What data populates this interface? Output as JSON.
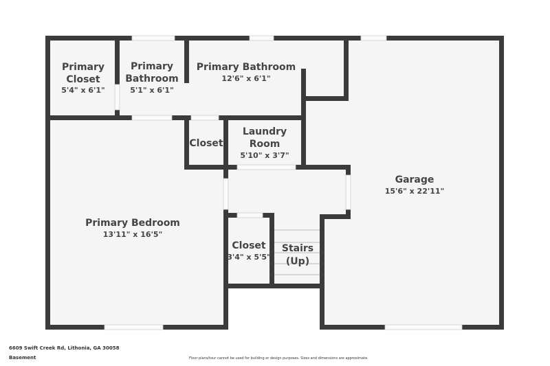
{
  "rooms": [
    {
      "name_lines": [
        "Primary",
        "Closet"
      ],
      "dims": "5'4\" x 6'1\""
    },
    {
      "name_lines": [
        "Primary",
        "Bathroom"
      ],
      "dims": "5'1\" x 6'1\""
    },
    {
      "name_lines": [
        "Primary Bathroom"
      ],
      "dims": "12'6\" x 6'1\""
    },
    {
      "name_lines": [
        "Closet"
      ],
      "dims": ""
    },
    {
      "name_lines": [
        "Laundry",
        "Room"
      ],
      "dims": "5'10\" x 3'7\""
    },
    {
      "name_lines": [
        "Garage"
      ],
      "dims": "15'6\" x 22'11\""
    },
    {
      "name_lines": [
        "Primary Bedroom"
      ],
      "dims": "13'11\" x 16'5\""
    },
    {
      "name_lines": [
        "Closet"
      ],
      "dims": "3'4\" x 5'5\""
    },
    {
      "name_lines": [
        "Stairs",
        "(Up)"
      ],
      "dims": ""
    }
  ],
  "footer": {
    "address": "6609 Swift Creek Rd, Lithonia, GA 30058",
    "floor": "Basement",
    "disclaimer": "Floor plans/tour cannot be used for building or design purposes. Sizes and dimensions are approximate."
  },
  "colors": {
    "wall": "#3b3b3b",
    "floor": "#f5f5f5"
  }
}
